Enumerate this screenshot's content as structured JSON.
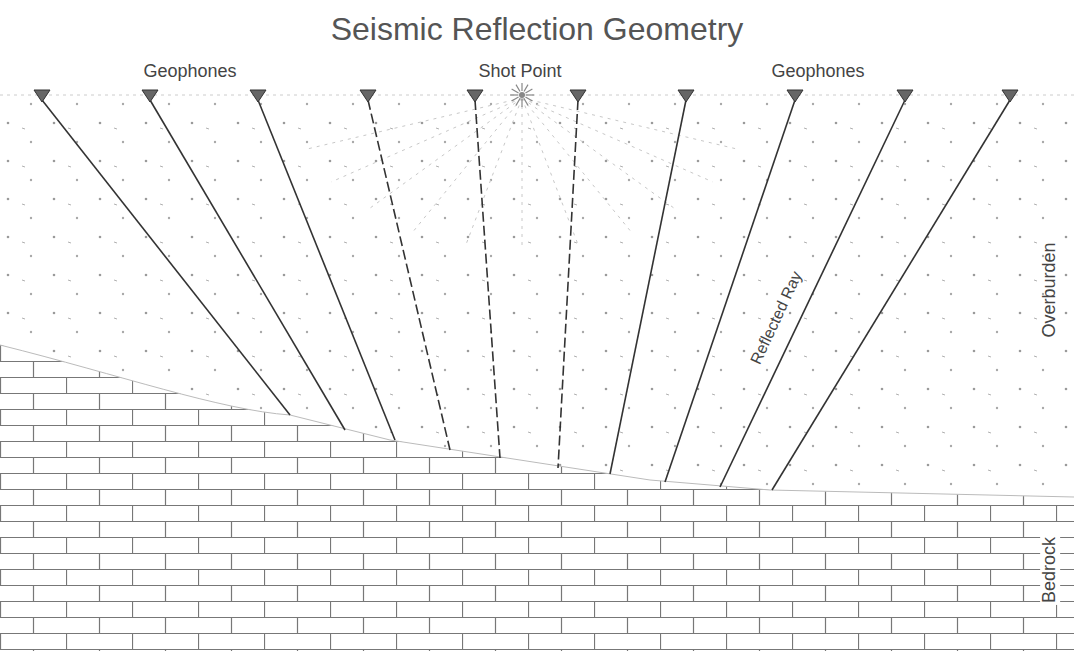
{
  "diagram": {
    "title": "Seismic Reflection Geometry",
    "labels": [
      "Geophones",
      "Shot Point",
      "Geophones",
      "Reflected Ray",
      "Overburden",
      "Bedrock"
    ]
  }
}
